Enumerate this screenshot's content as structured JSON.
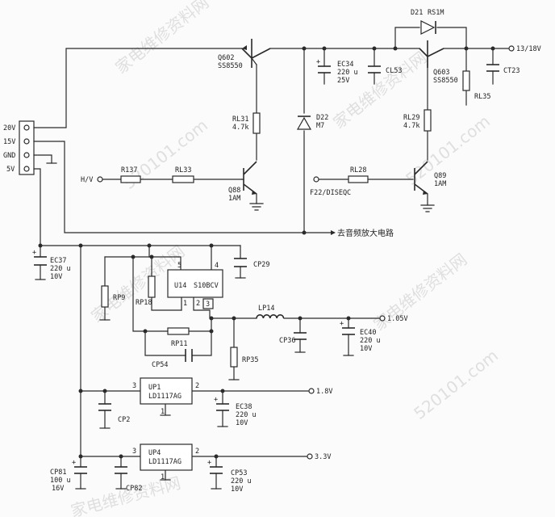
{
  "components": {
    "q602": {
      "ref": "Q602",
      "part": "SS8550"
    },
    "q603": {
      "ref": "Q603",
      "part": "SS8550"
    },
    "q88": {
      "ref": "Q88",
      "part": "1AM"
    },
    "q89": {
      "ref": "Q89",
      "part": "1AM"
    },
    "d21": {
      "ref": "D21",
      "part": "RS1M"
    },
    "d22": {
      "ref": "D22",
      "part": "M7"
    },
    "ec34": {
      "ref": "EC34",
      "value": "220 u",
      "voltage": "25V"
    },
    "cl53": {
      "ref": "CL53"
    },
    "ct23": {
      "ref": "CT23"
    },
    "rl35": {
      "ref": "RL35"
    },
    "rl31": {
      "ref": "RL31",
      "value": "4.7k"
    },
    "rl29": {
      "ref": "RL29",
      "value": "4.7k"
    },
    "r137": {
      "ref": "R137"
    },
    "rl33": {
      "ref": "RL33"
    },
    "rl28": {
      "ref": "RL28"
    },
    "ec37": {
      "ref": "EC37",
      "value": "220 u",
      "voltage": "10V"
    },
    "u14": {
      "ref": "U14",
      "part": "S10BCV",
      "pin5": "5",
      "pin4": "4",
      "pin1": "1",
      "pin2": "2",
      "pin3": "3"
    },
    "cp29": {
      "ref": "CP29"
    },
    "rp9": {
      "ref": "RP9"
    },
    "rp18": {
      "ref": "RP18"
    },
    "rp11": {
      "ref": "RP11"
    },
    "cp54": {
      "ref": "CP54"
    },
    "lp14": {
      "ref": "LP14"
    },
    "cp36": {
      "ref": "CP36"
    },
    "ec40": {
      "ref": "EC40",
      "value": "220 u",
      "voltage": "10V"
    },
    "rp35": {
      "ref": "RP35"
    },
    "up1": {
      "ref": "UP1",
      "part": "LD1117AG",
      "pin3": "3",
      "pin2": "2",
      "pin1": "1"
    },
    "cp2": {
      "ref": "CP2"
    },
    "ec38": {
      "ref": "EC38",
      "value": "220 u",
      "voltage": "10V"
    },
    "up4": {
      "ref": "UP4",
      "part": "LD1117AG",
      "pin3": "3",
      "pin2": "2",
      "pin1": "1"
    },
    "cp81": {
      "ref": "CP81",
      "value": "100 u",
      "voltage": "16V"
    },
    "cp82": {
      "ref": "CP82"
    },
    "cp53": {
      "ref": "CP53",
      "value": "220 u",
      "voltage": "10V"
    }
  },
  "connector": {
    "pins": [
      "20V",
      "15V",
      "GND",
      "5V"
    ]
  },
  "nets": {
    "out_13_18v": "13/18V",
    "hv": "H/V",
    "f22": "F22/DISEQC",
    "audio_amp": "去音频放大电路",
    "out_1_05v": "1.05V",
    "out_1_8v": "1.8V",
    "out_3_3v": "3.3V"
  },
  "watermark": {
    "cn": "家电维修资料网",
    "url": "520101.com"
  },
  "polarity_mark": "+"
}
